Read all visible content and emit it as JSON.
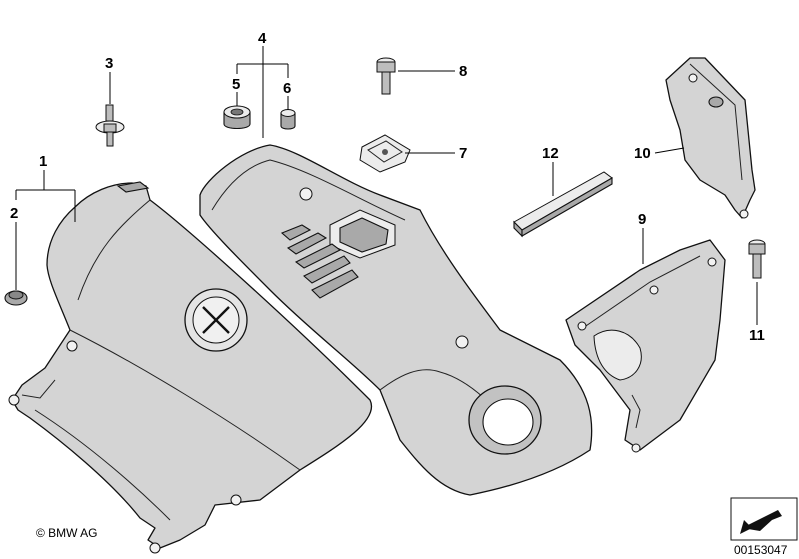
{
  "callouts": {
    "c1": "1",
    "c2": "2",
    "c3": "3",
    "c4": "4",
    "c5": "5",
    "c6": "6",
    "c7": "7",
    "c8": "8",
    "c9": "9",
    "c10": "10",
    "c11": "11",
    "c12": "12"
  },
  "footer": {
    "copyright": "© BMW AG",
    "diagram_number": "00153047"
  },
  "icons": {
    "brand_logo": "roundel-logo-icon",
    "navigation": "arrow-icon"
  }
}
